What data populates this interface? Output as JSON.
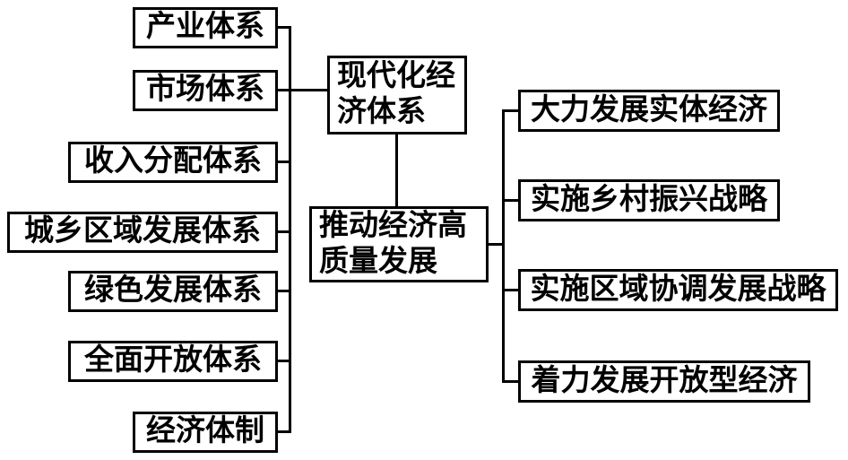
{
  "diagram": {
    "left_nodes": [
      {
        "label": "产业体系"
      },
      {
        "label": "市场体系"
      },
      {
        "label": "收入分配体系"
      },
      {
        "label": "城乡区域发展体系"
      },
      {
        "label": "绿色发展体系"
      },
      {
        "label": "全面开放体系"
      },
      {
        "label": "经济体制"
      }
    ],
    "center_nodes": [
      {
        "label": "现代化经\n济体系"
      },
      {
        "label": "推动经济高\n质量发展"
      }
    ],
    "right_nodes": [
      {
        "label": "大力发展实体经济"
      },
      {
        "label": "实施乡村振兴战略"
      },
      {
        "label": "实施区域协调发展战略"
      },
      {
        "label": "着力发展开放型经济"
      }
    ],
    "colors": {
      "border": "#000000",
      "background": "#ffffff",
      "text": "#000000"
    }
  }
}
